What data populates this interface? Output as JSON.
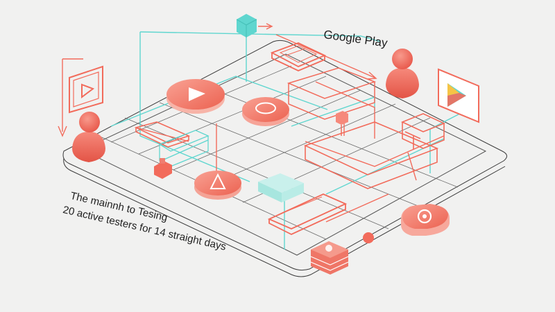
{
  "labels": {
    "brand": "Google Play",
    "caption_line1": "The mainnh to Tesing",
    "caption_line2": "20 active testers for 14 straight days"
  },
  "colors": {
    "background": "#f1f1f0",
    "coral": "#f26b5b",
    "coral_light": "#f7a79b",
    "teal": "#5fd6cf",
    "line": "#3a3a3a",
    "ink": "#1f1f1f"
  },
  "icons": [
    "play-icon",
    "user-icon",
    "play-store-icon",
    "cube-icon",
    "database-icon",
    "gear-icon",
    "warning-icon"
  ]
}
